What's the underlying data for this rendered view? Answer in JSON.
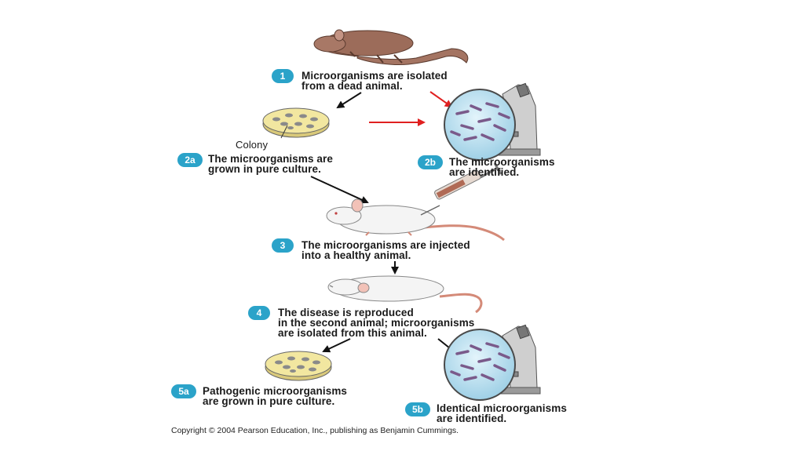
{
  "steps": {
    "s1": {
      "badge": "1",
      "line1": "Microorganisms are isolated",
      "line2": "from a dead animal."
    },
    "s2a": {
      "badge": "2a",
      "line1": "The microorganisms are",
      "line2": "grown in pure culture."
    },
    "s2b": {
      "badge": "2b",
      "line1": "The microorganisms",
      "line2": "are identified."
    },
    "s3": {
      "badge": "3",
      "line1": "The microorganisms are injected",
      "line2": "into a healthy animal."
    },
    "s4": {
      "badge": "4",
      "line1": "The disease is reproduced",
      "line2": "in the second animal; microorganisms",
      "line3": "are isolated from this animal."
    },
    "s5a": {
      "badge": "5a",
      "line1": "Pathogenic microorganisms",
      "line2": "are grown in pure culture."
    },
    "s5b": {
      "badge": "5b",
      "line1": "Identical microorganisms",
      "line2": "are identified."
    }
  },
  "labels": {
    "colony": "Colony"
  },
  "copyright": "Copyright © 2004 Pearson Education, Inc., publishing as Benjamin Cummings.",
  "colors": {
    "badge": "#2ba3c9",
    "red_arrow": "#e02020",
    "dish": "#f2e7a0",
    "colony": "#8a8a8a",
    "scope_view": "#c7e7f4",
    "dead_rat": "#a07060"
  },
  "icons": [
    "dead-rat-icon",
    "petri-dish-icon",
    "microscope-icon",
    "white-mouse-icon",
    "syringe-icon",
    "sick-mouse-icon"
  ]
}
